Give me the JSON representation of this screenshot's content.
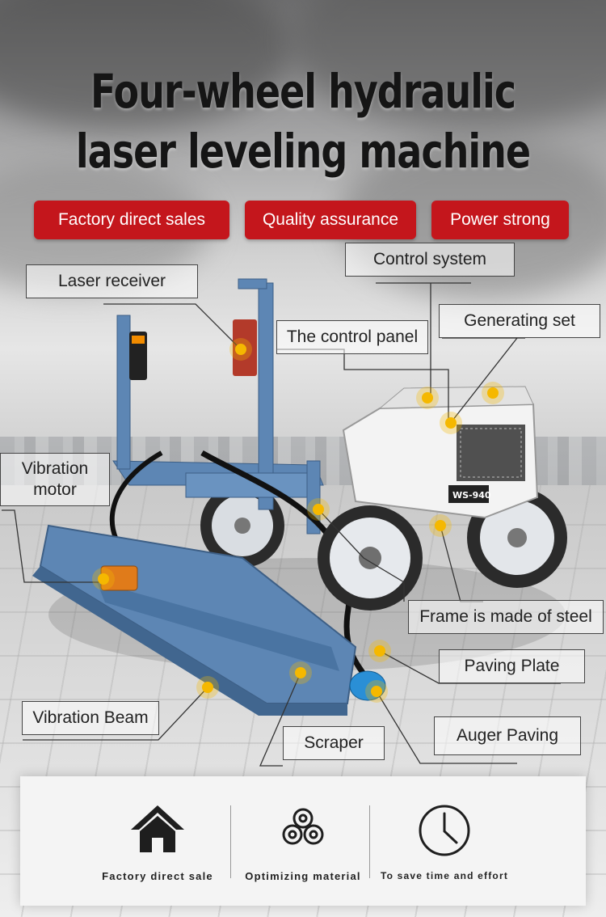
{
  "title": {
    "line1": "Four-wheel hydraulic",
    "line2": "laser leveling machine"
  },
  "badges": [
    {
      "label": "Factory direct sales"
    },
    {
      "label": "Quality assurance"
    },
    {
      "label": "Power strong"
    }
  ],
  "machine_model": "WS-940",
  "callouts": {
    "laser_receiver": "Laser receiver",
    "control_system": "Control system",
    "generating_set": "Generating set",
    "control_panel": "The control panel",
    "vibration_motor": "Vibration motor",
    "frame": "Frame is made of steel",
    "paving_plate": "Paving Plate",
    "auger_paving": "Auger Paving",
    "vibration_beam": "Vibration Beam",
    "scraper": "Scraper"
  },
  "features": [
    {
      "icon": "house-icon",
      "label": "Factory direct sale"
    },
    {
      "icon": "material-rolls-icon",
      "label": "Optimizing material"
    },
    {
      "icon": "clock-icon",
      "label": "To save time and effort"
    }
  ],
  "colors": {
    "badge": "#c4161c",
    "machine_frame": "#5d86b4",
    "marker": "#f5b800"
  }
}
